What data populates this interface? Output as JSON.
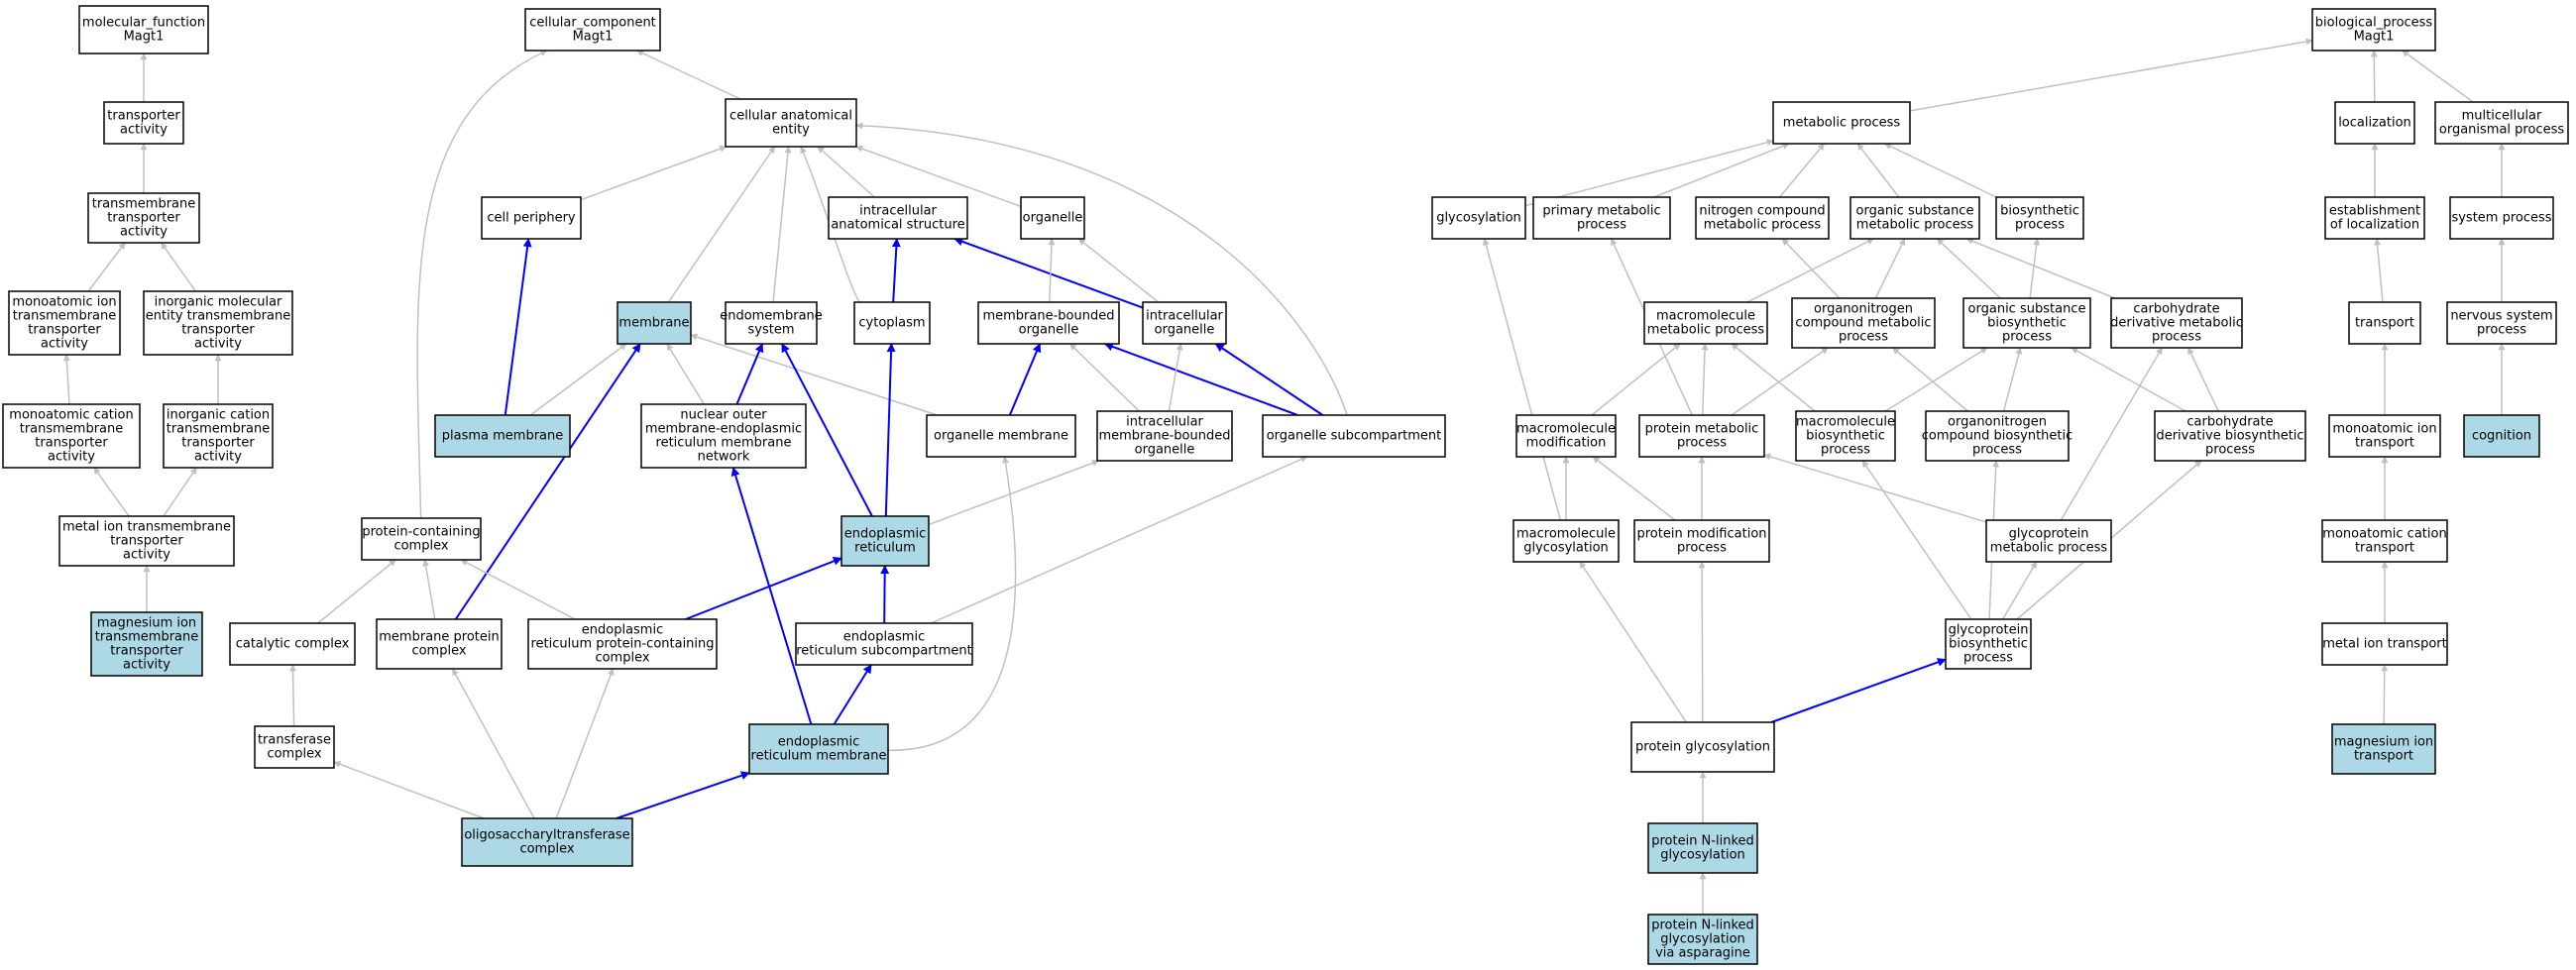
{
  "colors": {
    "highlight_fill": "#add8e6",
    "plain_fill": "#ffffff",
    "gray_edge": "#c0c0c0",
    "blue_edge": "#0000ff"
  },
  "nodes": [
    {
      "id": "mf",
      "label": [
        "molecular_function",
        "Magt1"
      ]
    },
    {
      "id": "ta",
      "label": [
        "transporter",
        "activity"
      ]
    },
    {
      "id": "tta",
      "label": [
        "transmembrane",
        "transporter",
        "activity"
      ]
    },
    {
      "id": "mitta",
      "label": [
        "monoatomic ion",
        "transmembrane",
        "transporter",
        "activity"
      ]
    },
    {
      "id": "imetta",
      "label": [
        "inorganic molecular",
        "entity transmembrane",
        "transporter",
        "activity"
      ]
    },
    {
      "id": "mctta",
      "label": [
        "monoatomic cation",
        "transmembrane",
        "transporter",
        "activity"
      ]
    },
    {
      "id": "icta",
      "label": [
        "inorganic cation",
        "transmembrane",
        "transporter",
        "activity"
      ]
    },
    {
      "id": "mita",
      "label": [
        "metal ion transmembrane",
        "transporter",
        "activity"
      ]
    },
    {
      "id": "mgta",
      "label": [
        "magnesium ion",
        "transmembrane",
        "transporter",
        "activity"
      ],
      "highlight": true
    },
    {
      "id": "cc",
      "label": [
        "cellular_component",
        "Magt1"
      ]
    },
    {
      "id": "cae",
      "label": [
        "cellular anatomical",
        "entity"
      ]
    },
    {
      "id": "cp",
      "label": [
        "cell periphery"
      ]
    },
    {
      "id": "ias",
      "label": [
        "intracellular",
        "anatomical structure"
      ]
    },
    {
      "id": "org",
      "label": [
        "organelle"
      ]
    },
    {
      "id": "mem",
      "label": [
        "membrane"
      ],
      "highlight": true
    },
    {
      "id": "ems",
      "label": [
        "endomembrane",
        "system"
      ]
    },
    {
      "id": "cyt",
      "label": [
        "cytoplasm"
      ]
    },
    {
      "id": "mbo",
      "label": [
        "membrane-bounded",
        "organelle"
      ]
    },
    {
      "id": "io",
      "label": [
        "intracellular",
        "organelle"
      ]
    },
    {
      "id": "pm",
      "label": [
        "plasma membrane"
      ],
      "highlight": true
    },
    {
      "id": "nom",
      "label": [
        "nuclear outer",
        "membrane-endoplasmic",
        "reticulum membrane",
        "network"
      ]
    },
    {
      "id": "om",
      "label": [
        "organelle membrane"
      ]
    },
    {
      "id": "imbo",
      "label": [
        "intracellular",
        "membrane-bounded",
        "organelle"
      ]
    },
    {
      "id": "os",
      "label": [
        "organelle subcompartment"
      ]
    },
    {
      "id": "pcc",
      "label": [
        "protein-containing",
        "complex"
      ]
    },
    {
      "id": "er",
      "label": [
        "endoplasmic",
        "reticulum"
      ],
      "highlight": true
    },
    {
      "id": "cat",
      "label": [
        "catalytic complex"
      ]
    },
    {
      "id": "mpc",
      "label": [
        "membrane protein",
        "complex"
      ]
    },
    {
      "id": "erpcc",
      "label": [
        "endoplasmic",
        "reticulum protein-containing",
        "complex"
      ]
    },
    {
      "id": "ers",
      "label": [
        "endoplasmic",
        "reticulum subcompartment"
      ]
    },
    {
      "id": "tc",
      "label": [
        "transferase",
        "complex"
      ]
    },
    {
      "id": "erm",
      "label": [
        "endoplasmic",
        "reticulum membrane"
      ],
      "highlight": true
    },
    {
      "id": "ost",
      "label": [
        "oligosaccharyltransferase",
        "complex"
      ],
      "highlight": true
    },
    {
      "id": "bp",
      "label": [
        "biological_process",
        "Magt1"
      ]
    },
    {
      "id": "mp",
      "label": [
        "metabolic process"
      ]
    },
    {
      "id": "loc",
      "label": [
        "localization"
      ]
    },
    {
      "id": "mop",
      "label": [
        "multicellular",
        "organismal process"
      ]
    },
    {
      "id": "gly",
      "label": [
        "glycosylation"
      ]
    },
    {
      "id": "pmp",
      "label": [
        "primary metabolic",
        "process"
      ]
    },
    {
      "id": "ncmp",
      "label": [
        "nitrogen compound",
        "metabolic process"
      ]
    },
    {
      "id": "osmp",
      "label": [
        "organic substance",
        "metabolic process"
      ]
    },
    {
      "id": "bsp",
      "label": [
        "biosynthetic",
        "process"
      ]
    },
    {
      "id": "eol",
      "label": [
        "establishment",
        "of localization"
      ]
    },
    {
      "id": "sp",
      "label": [
        "system process"
      ]
    },
    {
      "id": "mmp",
      "label": [
        "macromolecule",
        "metabolic process"
      ]
    },
    {
      "id": "oncmp",
      "label": [
        "organonitrogen",
        "compound metabolic",
        "process"
      ]
    },
    {
      "id": "osbp",
      "label": [
        "organic substance",
        "biosynthetic",
        "process"
      ]
    },
    {
      "id": "cdmp",
      "label": [
        "carbohydrate",
        "derivative metabolic",
        "process"
      ]
    },
    {
      "id": "tr",
      "label": [
        "transport"
      ]
    },
    {
      "id": "nsp",
      "label": [
        "nervous system",
        "process"
      ]
    },
    {
      "id": "mm",
      "label": [
        "macromolecule",
        "modification"
      ]
    },
    {
      "id": "prmp",
      "label": [
        "protein metabolic",
        "process"
      ]
    },
    {
      "id": "mbp",
      "label": [
        "macromolecule",
        "biosynthetic",
        "process"
      ]
    },
    {
      "id": "oncbp",
      "label": [
        "organonitrogen",
        "compound biosynthetic",
        "process"
      ]
    },
    {
      "id": "cdbp",
      "label": [
        "carbohydrate",
        "derivative biosynthetic",
        "process"
      ]
    },
    {
      "id": "mit",
      "label": [
        "monoatomic ion",
        "transport"
      ]
    },
    {
      "id": "cog",
      "label": [
        "cognition"
      ],
      "highlight": true
    },
    {
      "id": "mg",
      "label": [
        "macromolecule",
        "glycosylation"
      ]
    },
    {
      "id": "pmodp",
      "label": [
        "protein modification",
        "process"
      ]
    },
    {
      "id": "gmp",
      "label": [
        "glycoprotein",
        "metabolic process"
      ]
    },
    {
      "id": "mct",
      "label": [
        "monoatomic cation",
        "transport"
      ]
    },
    {
      "id": "gbp",
      "label": [
        "glycoprotein",
        "biosynthetic",
        "process"
      ]
    },
    {
      "id": "mitr",
      "label": [
        "metal ion transport"
      ]
    },
    {
      "id": "pg",
      "label": [
        "protein glycosylation"
      ]
    },
    {
      "id": "mgt",
      "label": [
        "magnesium ion",
        "transport"
      ],
      "highlight": true
    },
    {
      "id": "png",
      "label": [
        "protein N-linked",
        "glycosylation"
      ],
      "highlight": true
    },
    {
      "id": "pnga",
      "label": [
        "protein N-linked",
        "glycosylation",
        "via asparagine"
      ],
      "highlight": true
    }
  ],
  "edges": [
    {
      "from": "ta",
      "to": "mf",
      "color": "gray"
    },
    {
      "from": "tta",
      "to": "ta",
      "color": "gray"
    },
    {
      "from": "mitta",
      "to": "tta",
      "color": "gray"
    },
    {
      "from": "imetta",
      "to": "tta",
      "color": "gray"
    },
    {
      "from": "mctta",
      "to": "mitta",
      "color": "gray"
    },
    {
      "from": "icta",
      "to": "imetta",
      "color": "gray"
    },
    {
      "from": "mita",
      "to": "mctta",
      "color": "gray"
    },
    {
      "from": "mita",
      "to": "icta",
      "color": "gray"
    },
    {
      "from": "mgta",
      "to": "mita",
      "color": "gray"
    },
    {
      "from": "cae",
      "to": "cc",
      "color": "gray"
    },
    {
      "from": "pcc",
      "to": "cc",
      "color": "gray"
    },
    {
      "from": "cp",
      "to": "cae",
      "color": "gray"
    },
    {
      "from": "ias",
      "to": "cae",
      "color": "gray"
    },
    {
      "from": "org",
      "to": "cae",
      "color": "gray"
    },
    {
      "from": "mem",
      "to": "cae",
      "color": "gray"
    },
    {
      "from": "ems",
      "to": "cae",
      "color": "gray"
    },
    {
      "from": "cyt",
      "to": "cae",
      "color": "gray"
    },
    {
      "from": "os",
      "to": "cae",
      "color": "gray"
    },
    {
      "from": "pm",
      "to": "cp",
      "color": "blue"
    },
    {
      "from": "pm",
      "to": "mem",
      "color": "gray"
    },
    {
      "from": "cyt",
      "to": "ias",
      "color": "blue"
    },
    {
      "from": "io",
      "to": "ias",
      "color": "blue"
    },
    {
      "from": "mbo",
      "to": "org",
      "color": "gray"
    },
    {
      "from": "io",
      "to": "org",
      "color": "gray"
    },
    {
      "from": "nom",
      "to": "mem",
      "color": "gray"
    },
    {
      "from": "om",
      "to": "mem",
      "color": "gray"
    },
    {
      "from": "mpc",
      "to": "mem",
      "color": "blue"
    },
    {
      "from": "nom",
      "to": "ems",
      "color": "blue"
    },
    {
      "from": "er",
      "to": "ems",
      "color": "blue"
    },
    {
      "from": "er",
      "to": "cyt",
      "color": "blue"
    },
    {
      "from": "om",
      "to": "mbo",
      "color": "blue"
    },
    {
      "from": "imbo",
      "to": "mbo",
      "color": "gray"
    },
    {
      "from": "os",
      "to": "mbo",
      "color": "blue"
    },
    {
      "from": "imbo",
      "to": "io",
      "color": "gray"
    },
    {
      "from": "os",
      "to": "io",
      "color": "blue"
    },
    {
      "from": "er",
      "to": "imbo",
      "color": "gray"
    },
    {
      "from": "erm",
      "to": "om",
      "color": "gray"
    },
    {
      "from": "ers",
      "to": "os",
      "color": "gray"
    },
    {
      "from": "cat",
      "to": "pcc",
      "color": "gray"
    },
    {
      "from": "mpc",
      "to": "pcc",
      "color": "gray"
    },
    {
      "from": "erpcc",
      "to": "pcc",
      "color": "gray"
    },
    {
      "from": "erpcc",
      "to": "er",
      "color": "blue"
    },
    {
      "from": "ers",
      "to": "er",
      "color": "blue"
    },
    {
      "from": "erm",
      "to": "ers",
      "color": "blue"
    },
    {
      "from": "erm",
      "to": "nom",
      "color": "blue"
    },
    {
      "from": "tc",
      "to": "cat",
      "color": "gray"
    },
    {
      "from": "ost",
      "to": "tc",
      "color": "gray"
    },
    {
      "from": "ost",
      "to": "mpc",
      "color": "gray"
    },
    {
      "from": "ost",
      "to": "erpcc",
      "color": "gray"
    },
    {
      "from": "ost",
      "to": "erm",
      "color": "blue"
    },
    {
      "from": "mp",
      "to": "bp",
      "color": "gray"
    },
    {
      "from": "loc",
      "to": "bp",
      "color": "gray"
    },
    {
      "from": "mop",
      "to": "bp",
      "color": "gray"
    },
    {
      "from": "gly",
      "to": "mp",
      "color": "gray"
    },
    {
      "from": "pmp",
      "to": "mp",
      "color": "gray"
    },
    {
      "from": "ncmp",
      "to": "mp",
      "color": "gray"
    },
    {
      "from": "osmp",
      "to": "mp",
      "color": "gray"
    },
    {
      "from": "bsp",
      "to": "mp",
      "color": "gray"
    },
    {
      "from": "eol",
      "to": "loc",
      "color": "gray"
    },
    {
      "from": "sp",
      "to": "mop",
      "color": "gray"
    },
    {
      "from": "mmp",
      "to": "osmp",
      "color": "gray"
    },
    {
      "from": "oncmp",
      "to": "ncmp",
      "color": "gray"
    },
    {
      "from": "oncmp",
      "to": "osmp",
      "color": "gray"
    },
    {
      "from": "osbp",
      "to": "osmp",
      "color": "gray"
    },
    {
      "from": "osbp",
      "to": "bsp",
      "color": "gray"
    },
    {
      "from": "cdmp",
      "to": "osmp",
      "color": "gray"
    },
    {
      "from": "tr",
      "to": "eol",
      "color": "gray"
    },
    {
      "from": "nsp",
      "to": "sp",
      "color": "gray"
    },
    {
      "from": "mm",
      "to": "mmp",
      "color": "gray"
    },
    {
      "from": "prmp",
      "to": "mmp",
      "color": "gray"
    },
    {
      "from": "prmp",
      "to": "pmp",
      "color": "gray"
    },
    {
      "from": "prmp",
      "to": "oncmp",
      "color": "gray"
    },
    {
      "from": "mbp",
      "to": "mmp",
      "color": "gray"
    },
    {
      "from": "mbp",
      "to": "osbp",
      "color": "gray"
    },
    {
      "from": "oncbp",
      "to": "oncmp",
      "color": "gray"
    },
    {
      "from": "oncbp",
      "to": "osbp",
      "color": "gray"
    },
    {
      "from": "cdbp",
      "to": "cdmp",
      "color": "gray"
    },
    {
      "from": "cdbp",
      "to": "osbp",
      "color": "gray"
    },
    {
      "from": "mit",
      "to": "tr",
      "color": "gray"
    },
    {
      "from": "cog",
      "to": "nsp",
      "color": "gray"
    },
    {
      "from": "mg",
      "to": "gly",
      "color": "gray"
    },
    {
      "from": "mg",
      "to": "mm",
      "color": "gray"
    },
    {
      "from": "pmodp",
      "to": "mm",
      "color": "gray"
    },
    {
      "from": "pmodp",
      "to": "prmp",
      "color": "gray"
    },
    {
      "from": "gmp",
      "to": "prmp",
      "color": "gray"
    },
    {
      "from": "gmp",
      "to": "cdmp",
      "color": "gray"
    },
    {
      "from": "mct",
      "to": "mit",
      "color": "gray"
    },
    {
      "from": "gbp",
      "to": "gmp",
      "color": "gray"
    },
    {
      "from": "gbp",
      "to": "mbp",
      "color": "gray"
    },
    {
      "from": "gbp",
      "to": "oncbp",
      "color": "gray"
    },
    {
      "from": "gbp",
      "to": "cdbp",
      "color": "gray"
    },
    {
      "from": "mitr",
      "to": "mct",
      "color": "gray"
    },
    {
      "from": "pg",
      "to": "mg",
      "color": "gray"
    },
    {
      "from": "pg",
      "to": "pmodp",
      "color": "gray"
    },
    {
      "from": "pg",
      "to": "gbp",
      "color": "blue"
    },
    {
      "from": "mgt",
      "to": "mitr",
      "color": "gray"
    },
    {
      "from": "png",
      "to": "pg",
      "color": "gray"
    },
    {
      "from": "pnga",
      "to": "png",
      "color": "gray"
    }
  ]
}
